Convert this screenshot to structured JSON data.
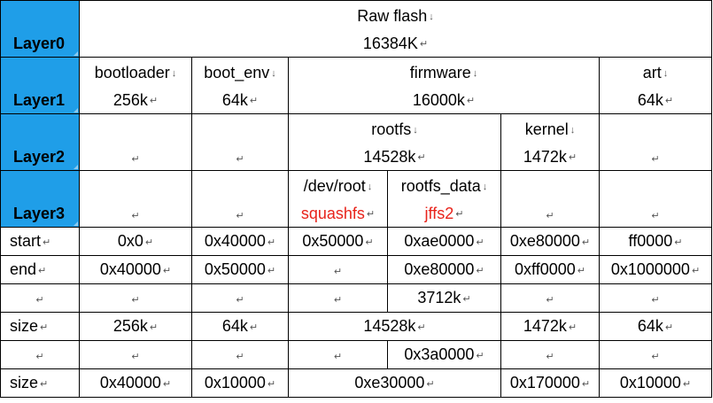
{
  "layers": {
    "layer0": {
      "name": "Layer0",
      "raw_flash": {
        "name": "Raw flash",
        "size": "16384K"
      }
    },
    "layer1": {
      "name": "Layer1",
      "bootloader": {
        "name": "bootloader",
        "size": "256k"
      },
      "boot_env": {
        "name": "boot_env",
        "size": "64k"
      },
      "firmware": {
        "name": "firmware",
        "size": "16000k"
      },
      "art": {
        "name": "art",
        "size": "64k"
      }
    },
    "layer2": {
      "name": "Layer2",
      "rootfs": {
        "name": "rootfs",
        "size": "14528k"
      },
      "kernel": {
        "name": "kernel",
        "size": "1472k"
      }
    },
    "layer3": {
      "name": "Layer3",
      "dev_root": {
        "name": "/dev/root",
        "type": "squashfs"
      },
      "rootfs_data": {
        "name": "rootfs_data",
        "type": "jffs2"
      }
    }
  },
  "rows": {
    "start": {
      "label": "start",
      "bootloader": "0x0",
      "boot_env": "0x40000",
      "dev_root": "0x50000",
      "rootfs_data": "0xae0000",
      "kernel": "0xe80000",
      "art": "ff0000"
    },
    "end": {
      "label": "end",
      "bootloader": "0x40000",
      "boot_env": "0x50000",
      "rootfs_data": "0xe80000",
      "kernel": "0xff0000",
      "art": "0x1000000"
    },
    "extra1": {
      "rootfs_data": "3712k"
    },
    "size_k": {
      "label": "size",
      "bootloader": "256k",
      "boot_env": "64k",
      "rootfs": "14528k",
      "kernel": "1472k",
      "art": "64k"
    },
    "extra2": {
      "rootfs_data": "0x3a0000"
    },
    "size_hex": {
      "label": "size",
      "bootloader": "0x40000",
      "boot_env": "0x10000",
      "rootfs": "0xe30000",
      "kernel": "0x170000",
      "art": "0x10000"
    }
  },
  "glyphs": {
    "down_arrow": "↓",
    "return_mark": "↵"
  },
  "colors": {
    "layer_header_bg": "#1f9ee8",
    "fs_type_red": "#e8231b"
  }
}
